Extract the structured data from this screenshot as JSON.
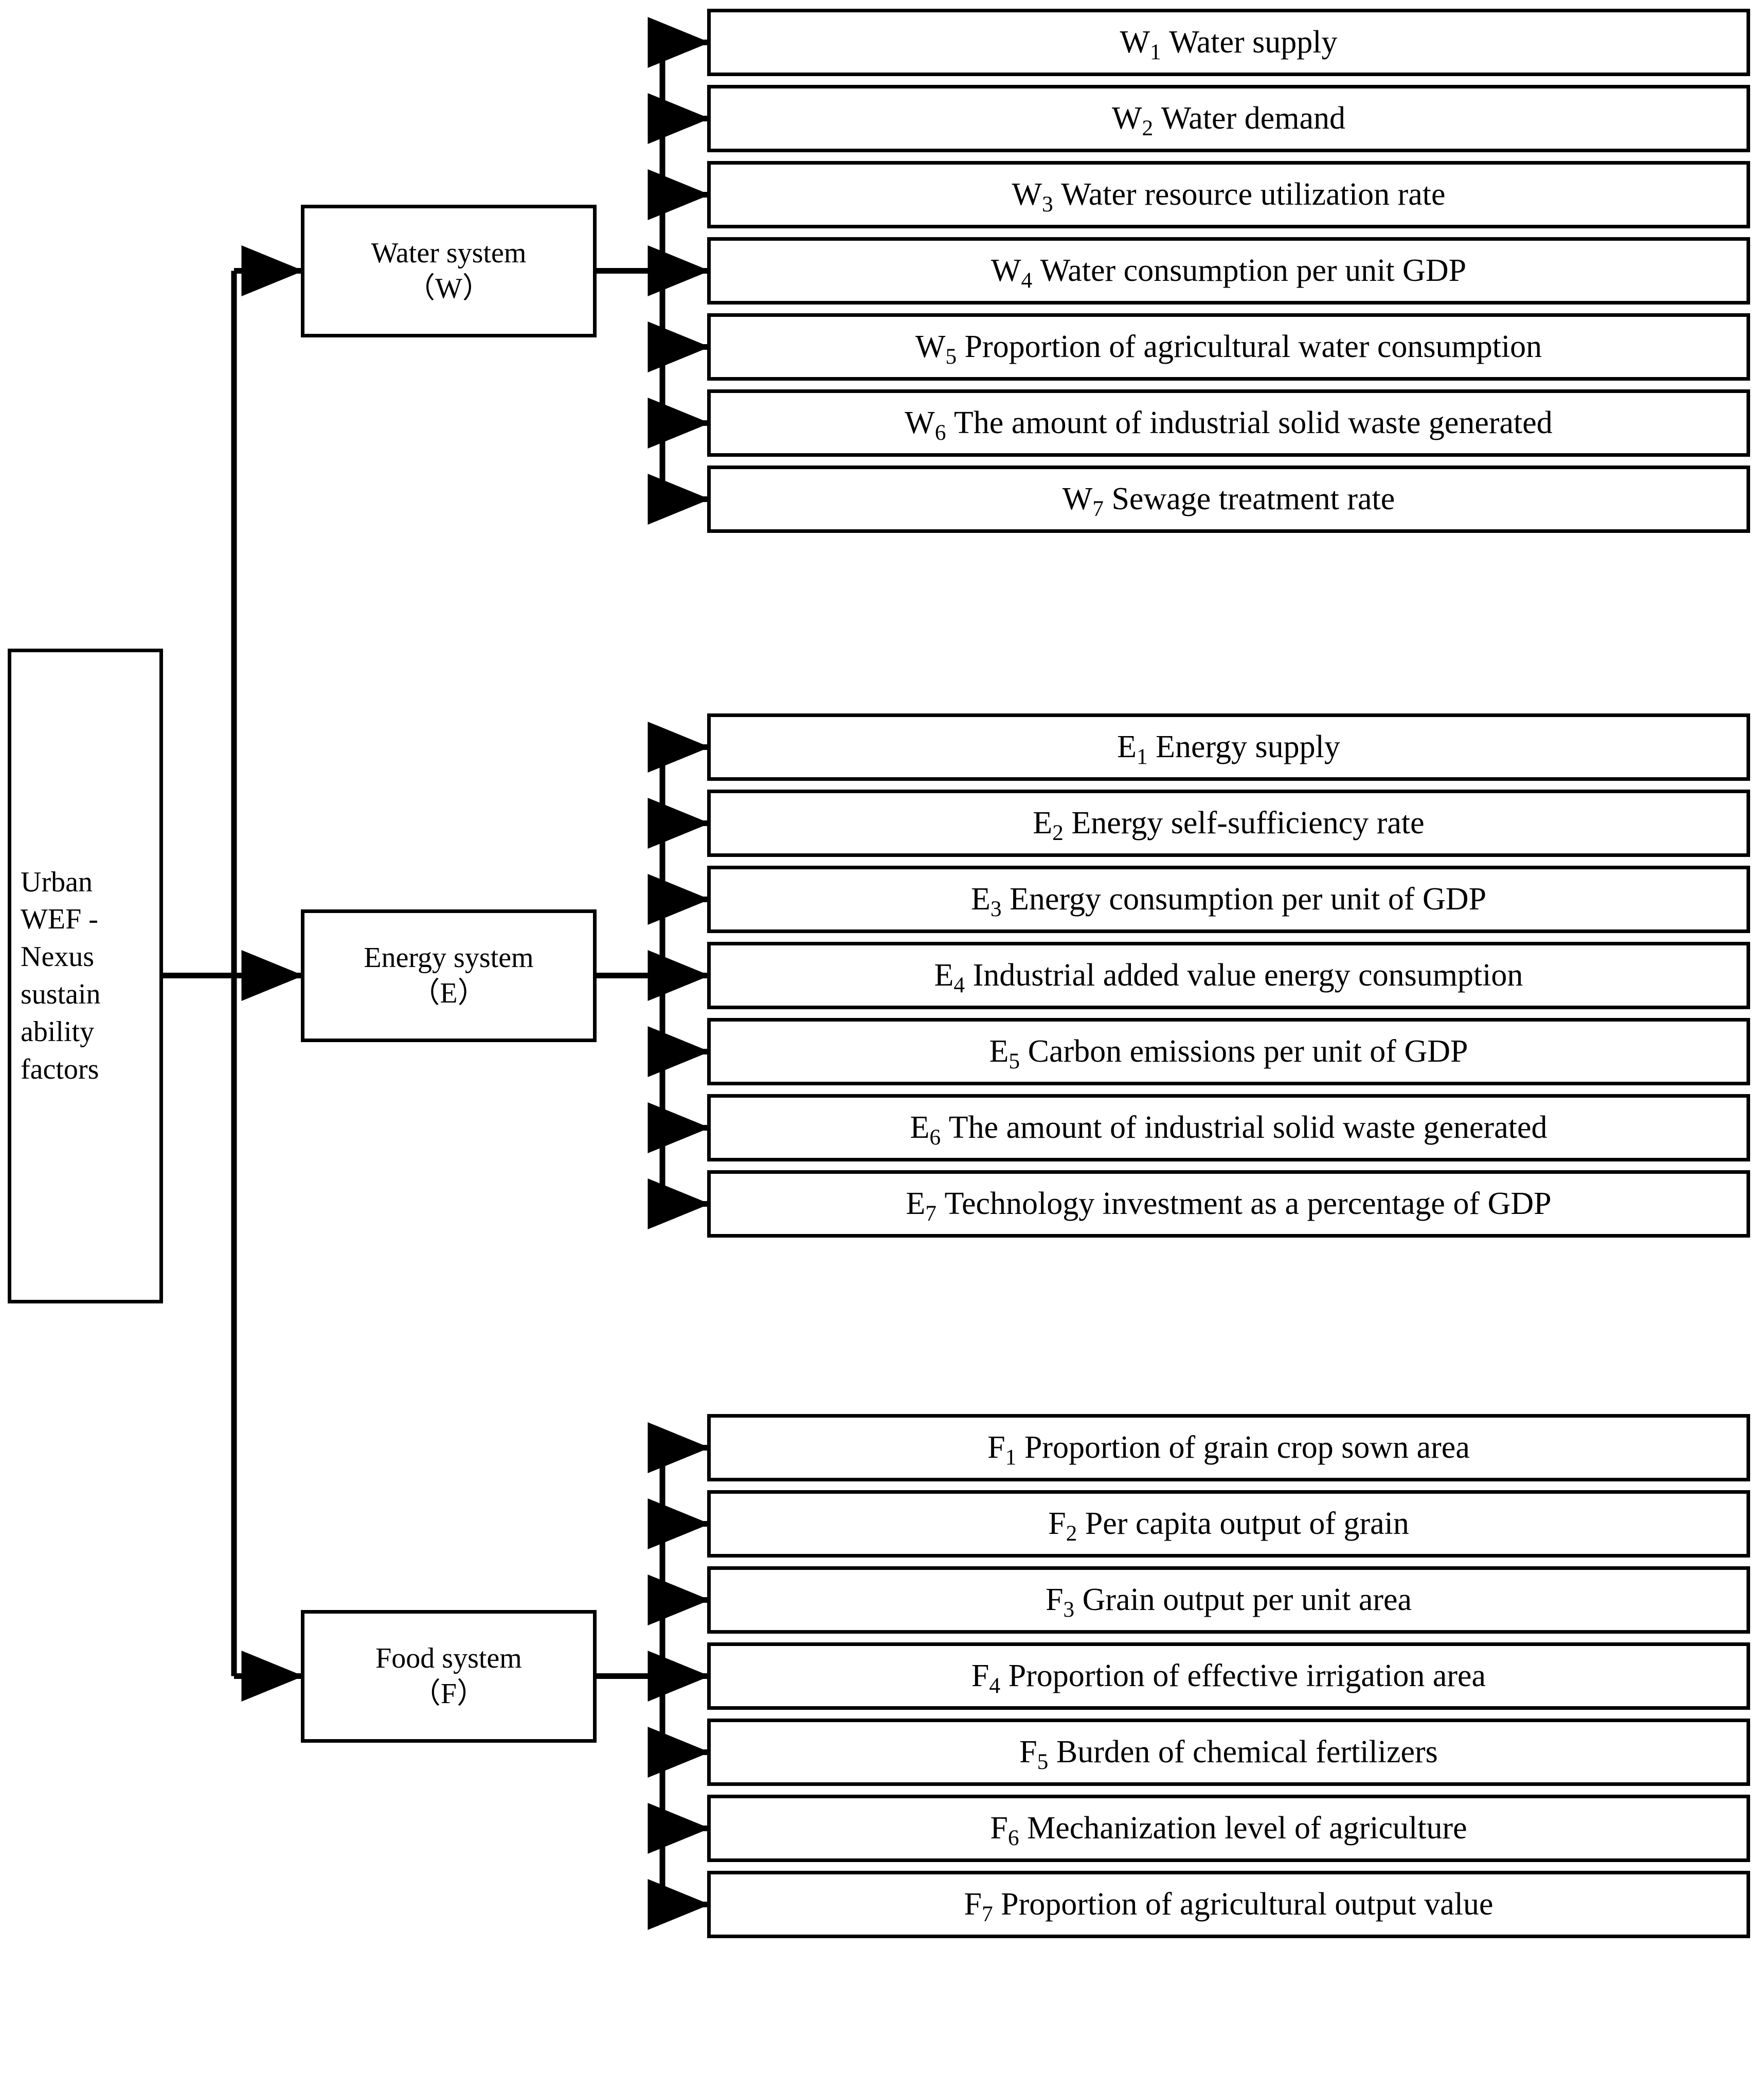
{
  "diagram": {
    "title": "Urban WEF-Nexus sustainability factors indicator system",
    "type": "hierarchy-tree",
    "orientation": "left-to-right",
    "colors": {
      "line": "#000000",
      "box_fill": "#ffffff",
      "text": "#000000"
    }
  },
  "root": {
    "id": "root",
    "lines": [
      "Urban",
      "WEF -",
      "Nexus",
      "sustain",
      "ability",
      "factors"
    ],
    "full_text": "Urban WEF - Nexus sustainability factors"
  },
  "systems": [
    {
      "id": "W",
      "name": "Water system",
      "code": "（W）",
      "indicators": [
        {
          "id": "W1",
          "prefix": "W",
          "sub": "1",
          "label": "Water supply"
        },
        {
          "id": "W2",
          "prefix": "W",
          "sub": "2",
          "label": "Water demand"
        },
        {
          "id": "W3",
          "prefix": "W",
          "sub": "3",
          "label": "Water resource utilization rate"
        },
        {
          "id": "W4",
          "prefix": "W",
          "sub": "4",
          "label": "Water consumption per unit GDP"
        },
        {
          "id": "W5",
          "prefix": "W",
          "sub": "5",
          "label": "Proportion of agricultural water consumption"
        },
        {
          "id": "W6",
          "prefix": "W",
          "sub": "6",
          "label": "The amount of industrial solid waste generated"
        },
        {
          "id": "W7",
          "prefix": "W",
          "sub": "7",
          "label": "Sewage treatment rate"
        }
      ]
    },
    {
      "id": "E",
      "name": "Energy system",
      "code": "（E）",
      "indicators": [
        {
          "id": "E1",
          "prefix": "E",
          "sub": "1",
          "label": "Energy supply"
        },
        {
          "id": "E2",
          "prefix": "E",
          "sub": "2",
          "label": "Energy self-sufficiency rate"
        },
        {
          "id": "E3",
          "prefix": "E",
          "sub": "3",
          "label": "Energy consumption per unit of GDP"
        },
        {
          "id": "E4",
          "prefix": "E",
          "sub": "4",
          "label": "Industrial added value energy consumption"
        },
        {
          "id": "E5",
          "prefix": "E",
          "sub": "5",
          "label": "Carbon emissions per unit of GDP"
        },
        {
          "id": "E6",
          "prefix": "E",
          "sub": "6",
          "label": "The amount of industrial solid waste generated"
        },
        {
          "id": "E7",
          "prefix": "E",
          "sub": "7",
          "label": "Technology investment as a percentage of GDP"
        }
      ]
    },
    {
      "id": "F",
      "name": "Food system",
      "code": "（F）",
      "indicators": [
        {
          "id": "F1",
          "prefix": "F",
          "sub": "1",
          "label": "Proportion of grain crop sown area"
        },
        {
          "id": "F2",
          "prefix": "F",
          "sub": "2",
          "label": "Per capita output of grain"
        },
        {
          "id": "F3",
          "prefix": "F",
          "sub": "3",
          "label": "Grain output per unit area"
        },
        {
          "id": "F4",
          "prefix": "F",
          "sub": "4",
          "label": "Proportion of effective irrigation area"
        },
        {
          "id": "F5",
          "prefix": "F",
          "sub": "5",
          "label": "Burden of chemical fertilizers"
        },
        {
          "id": "F6",
          "prefix": "F",
          "sub": "6",
          "label": "Mechanization level of agriculture"
        },
        {
          "id": "F7",
          "prefix": "F",
          "sub": "7",
          "label": "Proportion of agricultural output value"
        }
      ]
    }
  ]
}
